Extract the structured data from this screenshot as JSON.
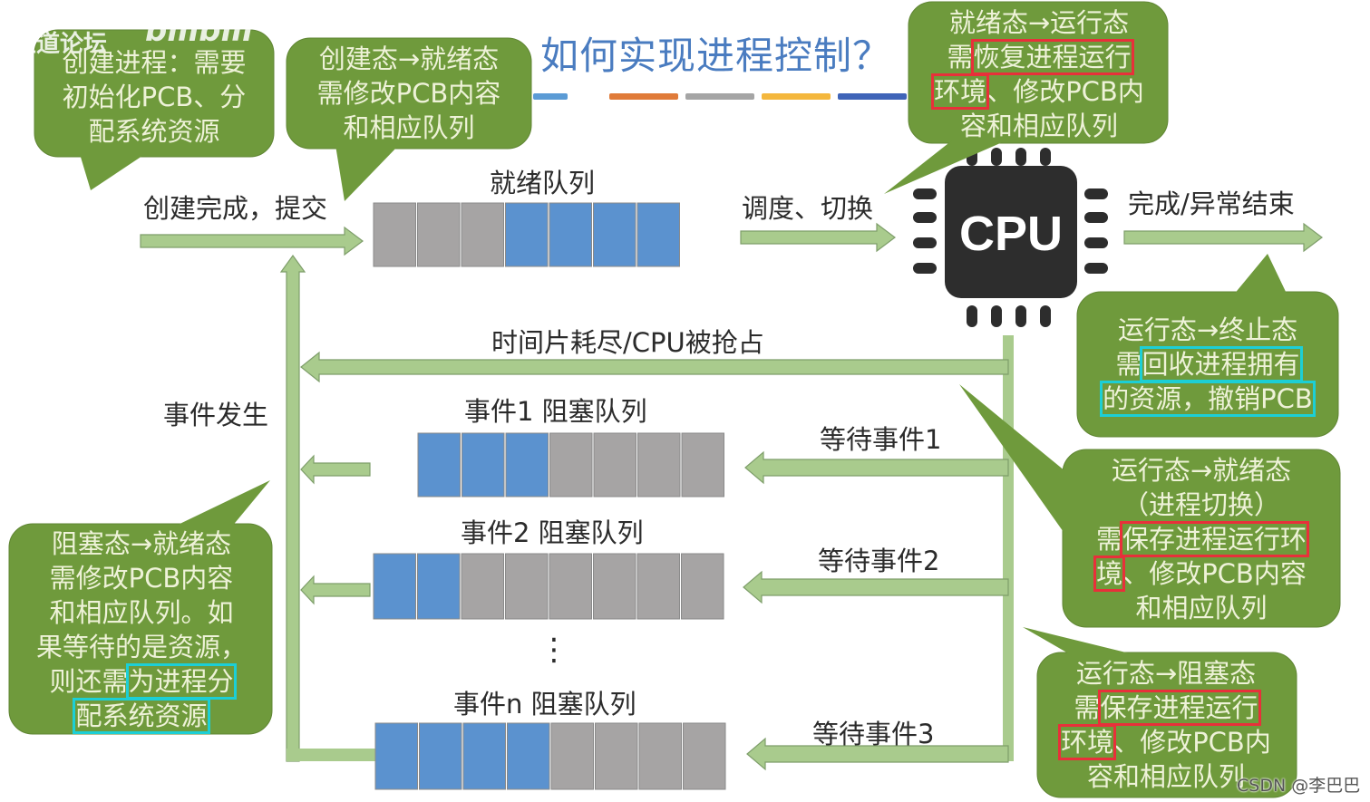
{
  "title": "如何实现进程控制？",
  "title_dashes": [
    "#5b9bd5",
    "#e07b39",
    "#a5a5a5",
    "#f4b73d",
    "#3f64b8",
    "#70a03f"
  ],
  "watermark": {
    "left": "王道论坛",
    "logo": "bilibili"
  },
  "credit": "CSDN @李巴巴",
  "colors": {
    "bubble": "#6f9a3c",
    "arrow_fill": "#a9cb8d",
    "arrow_stroke": "#7e9e6a",
    "pcb_blue": "#5b92cf",
    "pcb_gray": "#a6a4a4",
    "cpu": "#2d2d2d",
    "highlight_red": "#e8303a",
    "highlight_cyan": "#1ccfd6"
  },
  "cpu": {
    "label": "CPU"
  },
  "labels": {
    "create_submit": "创建完成，提交",
    "ready_queue": "就绪队列",
    "dispatch": "调度、切换",
    "finish": "完成/异常结束",
    "timeslice": "时间片耗尽/CPU被抢占",
    "event_occur": "事件发生",
    "wait1": "等待事件1",
    "wait2": "等待事件2",
    "wait3": "等待事件3",
    "ellipsis": "⋮"
  },
  "queues": [
    {
      "name": "就绪队列",
      "cells": [
        "gray",
        "gray",
        "gray",
        "blue",
        "blue",
        "blue",
        "blue"
      ]
    },
    {
      "name": "事件1 阻塞队列",
      "cells": [
        "blue",
        "blue",
        "blue",
        "gray",
        "gray",
        "gray",
        "gray"
      ]
    },
    {
      "name": "事件2 阻塞队列",
      "cells": [
        "blue",
        "blue",
        "gray",
        "gray",
        "gray",
        "gray",
        "gray",
        "gray"
      ]
    },
    {
      "name": "事件n 阻塞队列",
      "cells": [
        "blue",
        "blue",
        "blue",
        "blue",
        "gray",
        "gray",
        "gray",
        "gray"
      ]
    }
  ],
  "bubbles": {
    "create": {
      "lines": [
        "创建进程：需要",
        "初始化PCB、分",
        "配系统资源"
      ]
    },
    "new_to_ready": {
      "lines": [
        "创建态→就绪态",
        "需修改PCB内容",
        "和相应队列"
      ]
    },
    "ready_to_run": {
      "line1": "就绪态→运行态",
      "line2_pre": "需",
      "line2_hl": "恢复进程运行",
      "line3_hl": "环境",
      "line3_post": "、修改PCB内",
      "line4": "容和相应队列"
    },
    "run_to_terminate": {
      "line1": "运行态→终止态",
      "line2_pre": "需",
      "line2_hl": "回收进程拥有",
      "line3_hl": "的资源，撤销PCB"
    },
    "run_to_ready": {
      "line1": "运行态→就绪态",
      "line2": "（进程切换）",
      "line3_pre": "需",
      "line3_hl": "保存进程运行环",
      "line4_hl": "境",
      "line4_post": "、修改PCB内容",
      "line5": "和相应队列"
    },
    "run_to_block": {
      "line1": "运行态→阻塞态",
      "line2_pre": "需",
      "line2_hl": "保存进程运行",
      "line3_hl": "环境",
      "line3_post": "、修改PCB内",
      "line4": "容和相应队列"
    },
    "block_to_ready": {
      "lines": [
        "阻塞态→就绪态",
        "需修改PCB内容",
        "和相应队列。如",
        "果等待的是资源，"
      ],
      "line5_pre": "则还需",
      "line5_hl": "为进程分",
      "line6_hl": "配系统资源"
    }
  }
}
